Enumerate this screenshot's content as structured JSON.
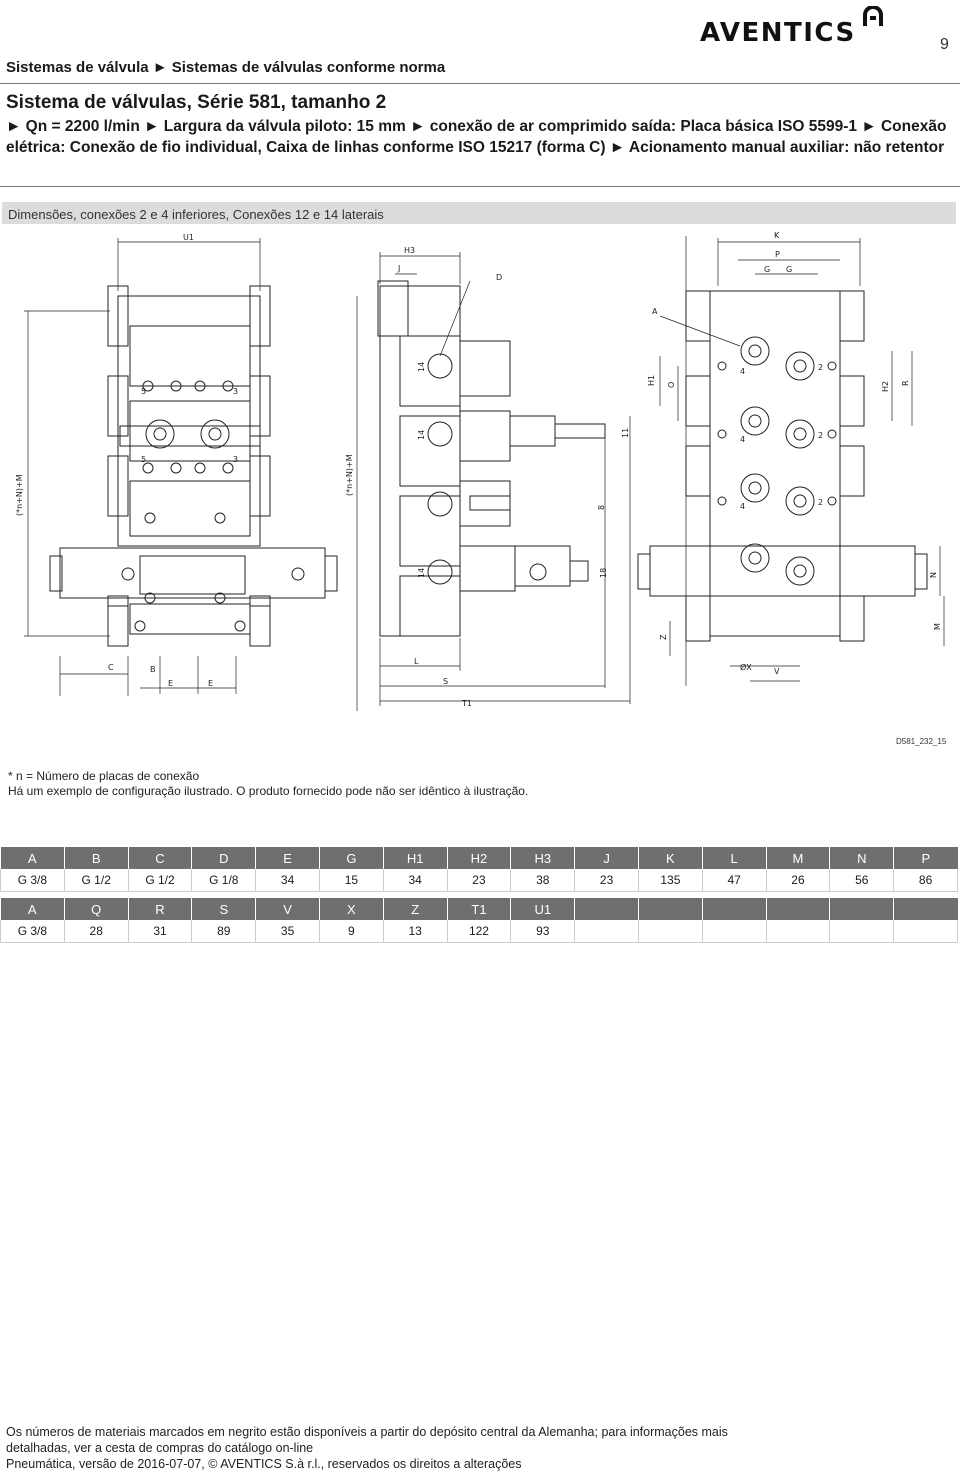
{
  "brand": {
    "name": "AVENTICS"
  },
  "page_number": "9",
  "breadcrumb": "Sistemas de válvula ► Sistemas de válvulas conforme norma",
  "title": "Sistema de válvulas, Série 581, tamanho 2",
  "subtitle": "► Qn = 2200 l/min ► Largura da válvula piloto: 15 mm ► conexão de ar comprimido saída: Placa básica ISO 5599-1 ► Conexão elétrica: Conexão de fio individual, Caixa de linhas conforme ISO 15217 (forma C) ► Acionamento manual auxiliar: não retentor",
  "section_heading": "Dimensões, conexões 2 e 4 inferiores, Conexões 12 e 14 laterais",
  "drawing": {
    "code": "D581_232_15",
    "dimension_labels": {
      "U1": "U1",
      "H3": "H3",
      "J": "J",
      "D": "D",
      "K": "K",
      "P": "P",
      "G": "G",
      "A": "A",
      "H1": "H1",
      "O": "O",
      "H2": "H2",
      "R": "R",
      "N": "N",
      "M": "M",
      "Z": "Z",
      "C": "C",
      "B": "B",
      "E": "E",
      "L": "L",
      "S": "S",
      "T1": "T1",
      "X": "ØX",
      "V": "V",
      "n11": "11",
      "n8": "8",
      "n18": "18",
      "n14": "14",
      "n2": "2",
      "n4": "4",
      "n5": "5",
      "n3": "3",
      "left_formula": "(*n+N)+M",
      "mid_formula": "(*n+N)+M"
    }
  },
  "footnote": {
    "line1": "* n = Número de placas de conexão",
    "line2": "Há um exemplo de configuração ilustrado. O produto fornecido pode não ser idêntico à ilustração."
  },
  "table1": {
    "headers": [
      "A",
      "B",
      "C",
      "D",
      "E",
      "G",
      "H1",
      "H2",
      "H3",
      "J",
      "K",
      "L",
      "M",
      "N",
      "P"
    ],
    "row": [
      "G 3/8",
      "G 1/2",
      "G 1/2",
      "G 1/8",
      "34",
      "15",
      "34",
      "23",
      "38",
      "23",
      "135",
      "47",
      "26",
      "56",
      "86"
    ]
  },
  "table2": {
    "headers": [
      "A",
      "Q",
      "R",
      "S",
      "V",
      "X",
      "Z",
      "T1",
      "U1",
      "",
      "",
      "",
      "",
      "",
      ""
    ],
    "row": [
      "G 3/8",
      "28",
      "31",
      "89",
      "35",
      "9",
      "13",
      "122",
      "93",
      "",
      "",
      "",
      "",
      "",
      ""
    ]
  },
  "footer": {
    "line1": "Os números de materiais marcados em negrito estão disponíveis a partir do depósito central da Alemanha; para informações mais",
    "line2": "detalhadas, ver a cesta de compras do catálogo on-line",
    "line3": "Pneumática, versão de 2016-07-07, © AVENTICS S.à r.l., reservados os direitos a alterações"
  }
}
